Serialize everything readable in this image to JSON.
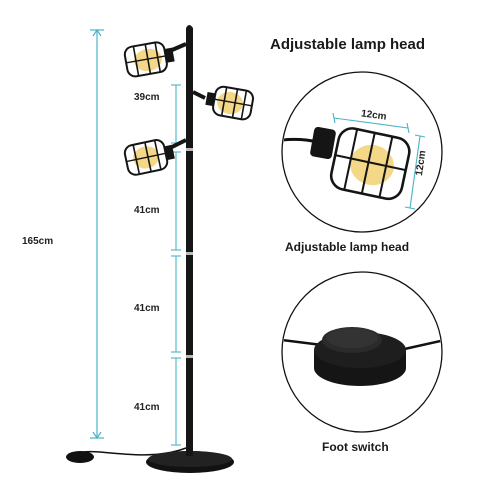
{
  "headline": "Adjustable lamp head",
  "dimensions": {
    "total_height": "165cm",
    "upper_gap": "39cm",
    "segment_1": "41cm",
    "segment_2": "41cm",
    "segment_3": "41cm",
    "head_width": "12cm",
    "head_height": "12cm"
  },
  "detail_captions": {
    "lamp_head": "Adjustable lamp head",
    "foot_switch": "Foot switch"
  },
  "colors": {
    "dimension_line": "#4ab3c8",
    "lamp_body": "#151515",
    "bulb": "#f3d37a"
  }
}
